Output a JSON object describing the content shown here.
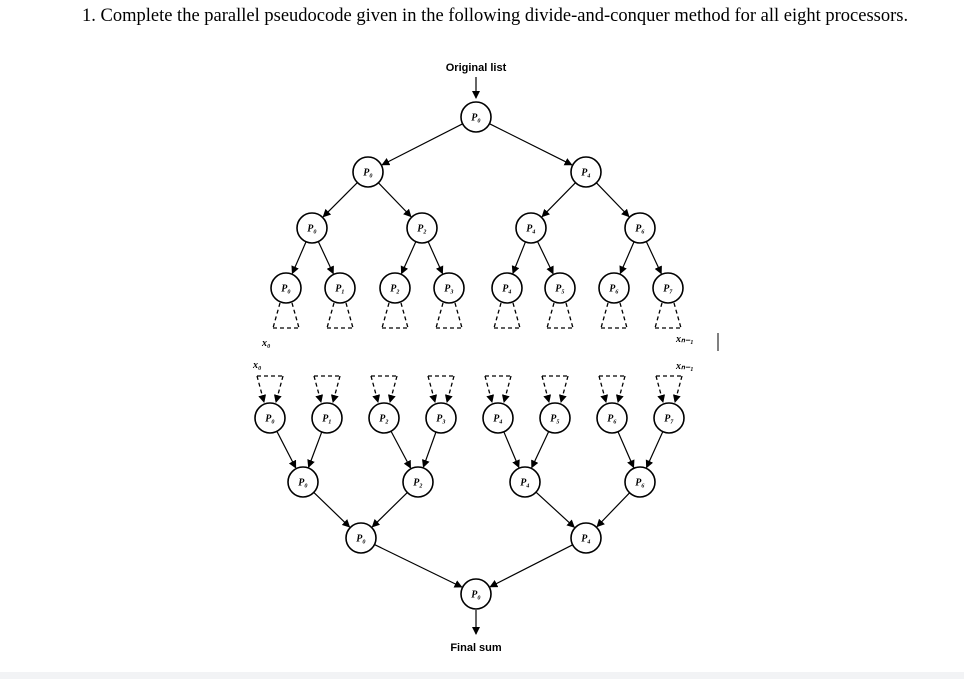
{
  "question": "1. Complete the parallel pseudocode given in the following divide-and-conquer method for all eight processors.",
  "diagram": {
    "top_caption": "Original list",
    "bottom_caption": "Final sum",
    "x_first": "x₀",
    "x_last": "xₙ₋₁",
    "root": "P₀",
    "divide_levels": [
      [
        "P₀",
        "P₄"
      ],
      [
        "P₀",
        "P₂",
        "P₄",
        "P₆"
      ],
      [
        "P₀",
        "P₁",
        "P₂",
        "P₃",
        "P₄",
        "P₅",
        "P₆",
        "P₇"
      ]
    ],
    "combine_levels": [
      [
        "P₀",
        "P₁",
        "P₂",
        "P₃",
        "P₄",
        "P₅",
        "P₆",
        "P₇"
      ],
      [
        "P₀",
        "P₂",
        "P₄",
        "P₆"
      ],
      [
        "P₀",
        "P₄"
      ]
    ],
    "final": "P₀"
  }
}
